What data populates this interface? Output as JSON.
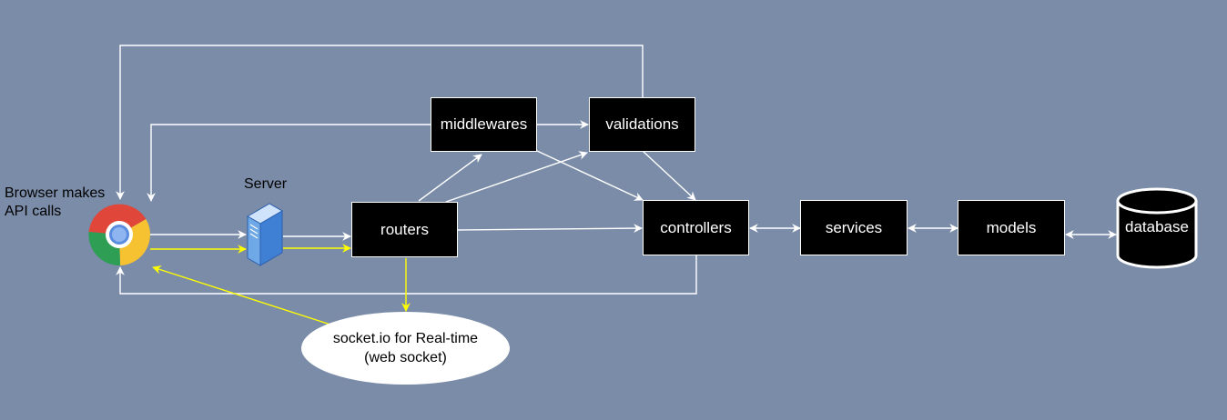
{
  "colors": {
    "background": "#7A8CA8",
    "node_fill": "#000000",
    "node_text": "#FFFFFF",
    "arrow_white": "#FFFFFF",
    "arrow_yellow": "#FFFF00"
  },
  "browser": {
    "label_line1": "Browser makes",
    "label_line2": "API calls",
    "icon": "chrome-icon"
  },
  "server": {
    "label": "Server",
    "icon": "server-icon"
  },
  "nodes": {
    "routers": "routers",
    "middlewares": "middlewares",
    "validations": "validations",
    "controllers": "controllers",
    "services": "services",
    "models": "models",
    "database": "database"
  },
  "socket": {
    "line1": "socket.io for Real-time",
    "line2": "(web socket)"
  }
}
